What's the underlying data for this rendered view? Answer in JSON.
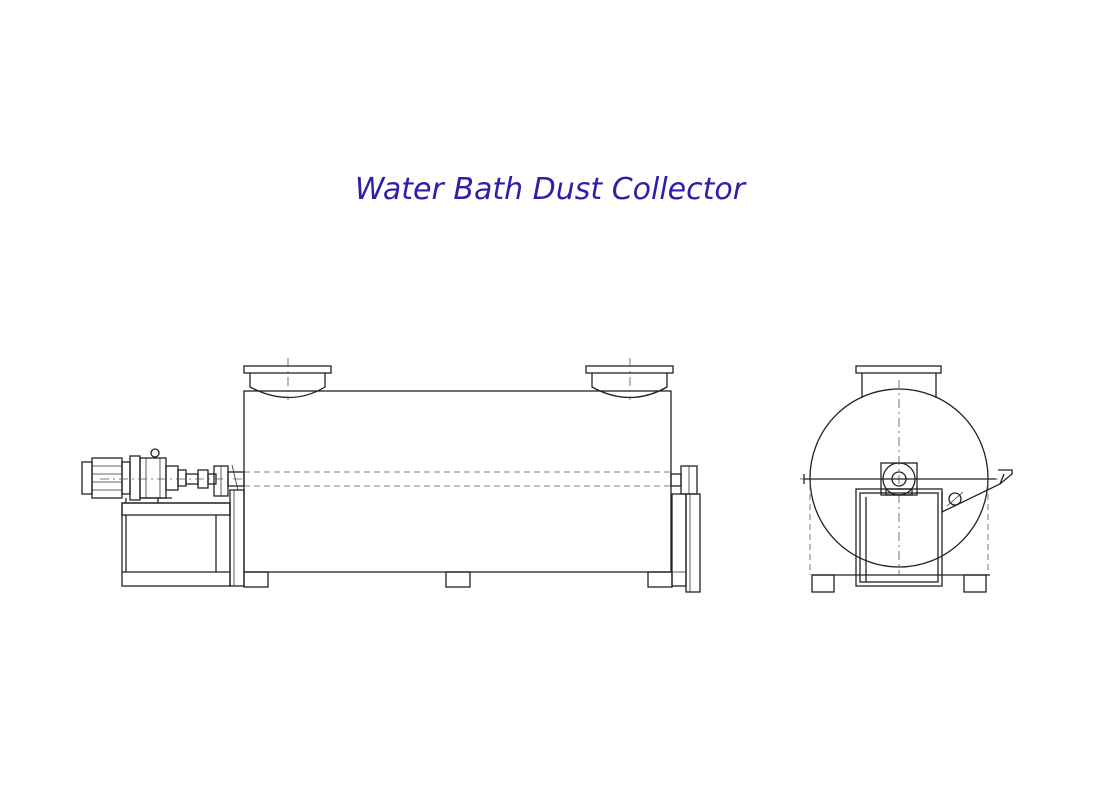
{
  "diagram": {
    "title": "Water Bath Dust Collector",
    "colors": {
      "title": "#2e1fa8",
      "line": "#222222",
      "background": "#ffffff"
    },
    "views": [
      "side-view",
      "end-view"
    ]
  }
}
